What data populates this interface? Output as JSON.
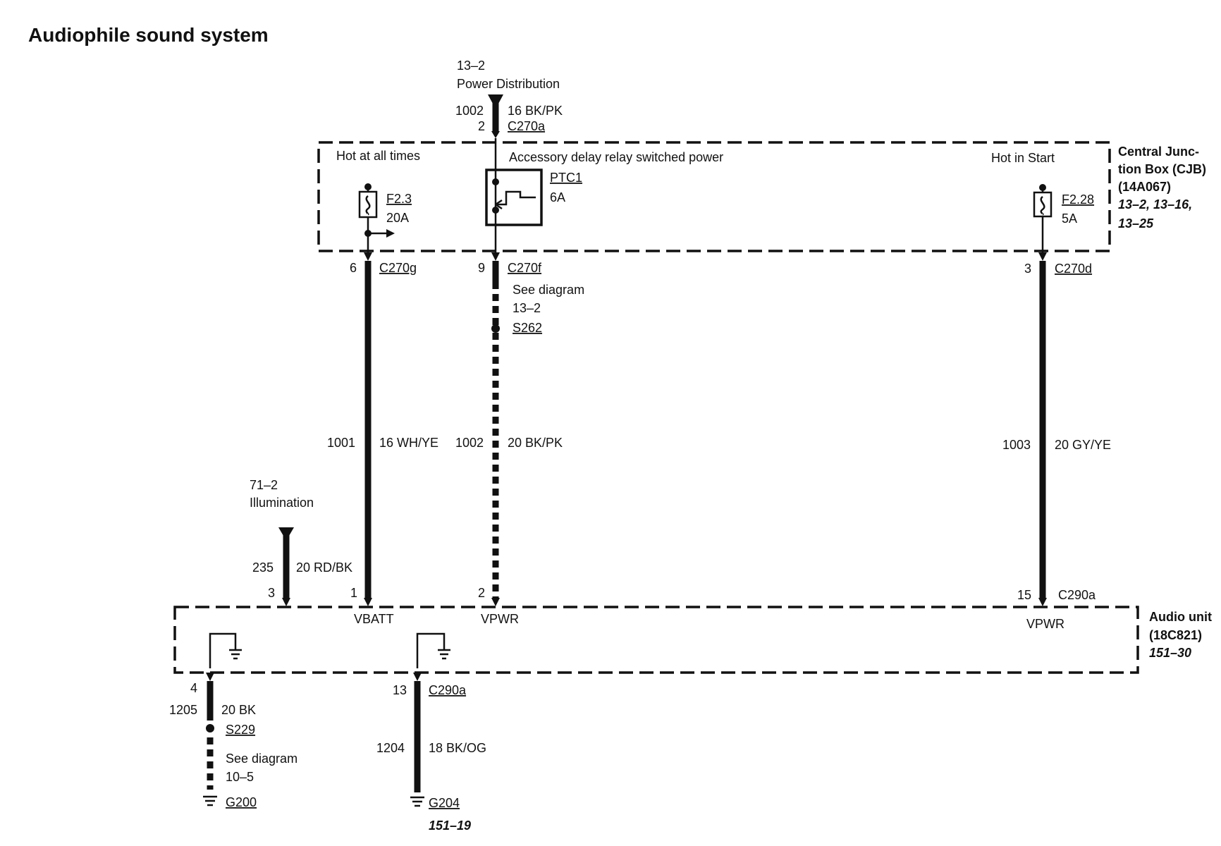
{
  "title": "Audiophile sound system",
  "colors": {
    "ink": "#111111",
    "background": "#ffffff"
  },
  "power_source": {
    "page": "13–2",
    "label": "Power Distribution",
    "circuit": "1002",
    "wire": "16 BK/PK",
    "pin": "2",
    "connector": "C270a"
  },
  "cjb": {
    "name_line1": "Central Junc-",
    "name_line2": "tion Box (CJB)",
    "part": "(14A067)",
    "refs_line1": "13–2, 13–16,",
    "refs_line2": "13–25",
    "hot_all_times": "Hot at all times",
    "acc_delay": "Accessory delay relay switched power",
    "hot_start": "Hot in Start",
    "fuse1_name": "F2.3",
    "fuse1_rating": "20A",
    "ptc_name": "PTC1",
    "ptc_rating": "6A",
    "fuse2_name": "F2.28",
    "fuse2_rating": "5A"
  },
  "feeds": [
    {
      "pin": "6",
      "connector": "C270g",
      "circuit": "1001",
      "wire": "16 WH/YE"
    },
    {
      "pin": "9",
      "connector": "C270f",
      "circuit": "1002",
      "wire": "20 BK/PK",
      "see": "See diagram",
      "see_ref": "13–2",
      "splice": "S262"
    },
    {
      "pin": "3",
      "connector": "C270d",
      "circuit": "1003",
      "wire": "20 GY/YE"
    }
  ],
  "illumination": {
    "page": "71–2",
    "label": "Illumination",
    "circuit": "235",
    "wire": "20 RD/BK"
  },
  "audio_unit": {
    "name": "Audio unit",
    "part": "(18C821)",
    "ref": "151–30",
    "pin_illum": "3",
    "pin_vbatt": "1",
    "label_vbatt": "VBATT",
    "pin_vpwr": "2",
    "label_vpwr": "VPWR",
    "pin_vpwr2": "15",
    "connector": "C290a",
    "label_vpwr2": "VPWR"
  },
  "grounds": [
    {
      "pin": "4",
      "circuit": "1205",
      "wire": "20 BK",
      "splice": "S229",
      "see": "See diagram",
      "see_ref": "10–5",
      "ground": "G200"
    },
    {
      "pin": "13",
      "connector": "C290a",
      "circuit": "1204",
      "wire": "18 BK/OG",
      "ground": "G204",
      "ref": "151–19"
    }
  ]
}
